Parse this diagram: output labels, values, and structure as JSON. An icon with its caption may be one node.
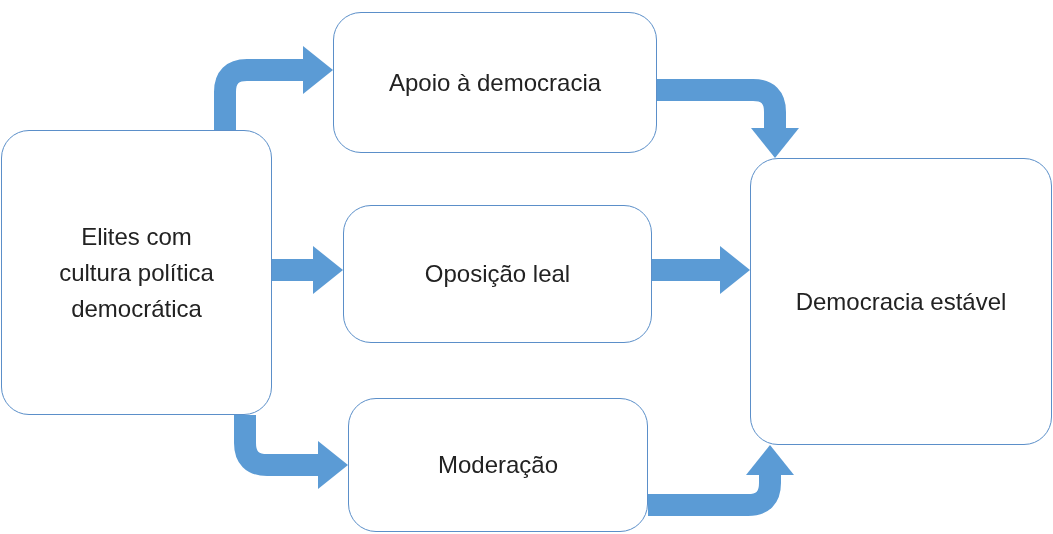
{
  "diagram": {
    "nodes": [
      {
        "text": [
          "Elites com cultura política democrática"
        ]
      },
      {
        "text": [
          "Apoio à democracia"
        ]
      },
      {
        "text": [
          "Oposição leal"
        ]
      },
      {
        "text": [
          "Moderação"
        ]
      },
      {
        "text": [
          "Democracia estável"
        ]
      }
    ],
    "edges": [
      {
        "from": 0,
        "to": 1,
        "arrow": "to"
      },
      {
        "from": 0,
        "to": 2,
        "arrow": "to"
      },
      {
        "from": 0,
        "to": 3,
        "arrow": "to"
      },
      {
        "from": 1,
        "to": 4,
        "arrow": "to"
      },
      {
        "from": 2,
        "to": 4,
        "arrow": "to"
      },
      {
        "from": 3,
        "to": 4,
        "arrow": "to"
      }
    ]
  }
}
